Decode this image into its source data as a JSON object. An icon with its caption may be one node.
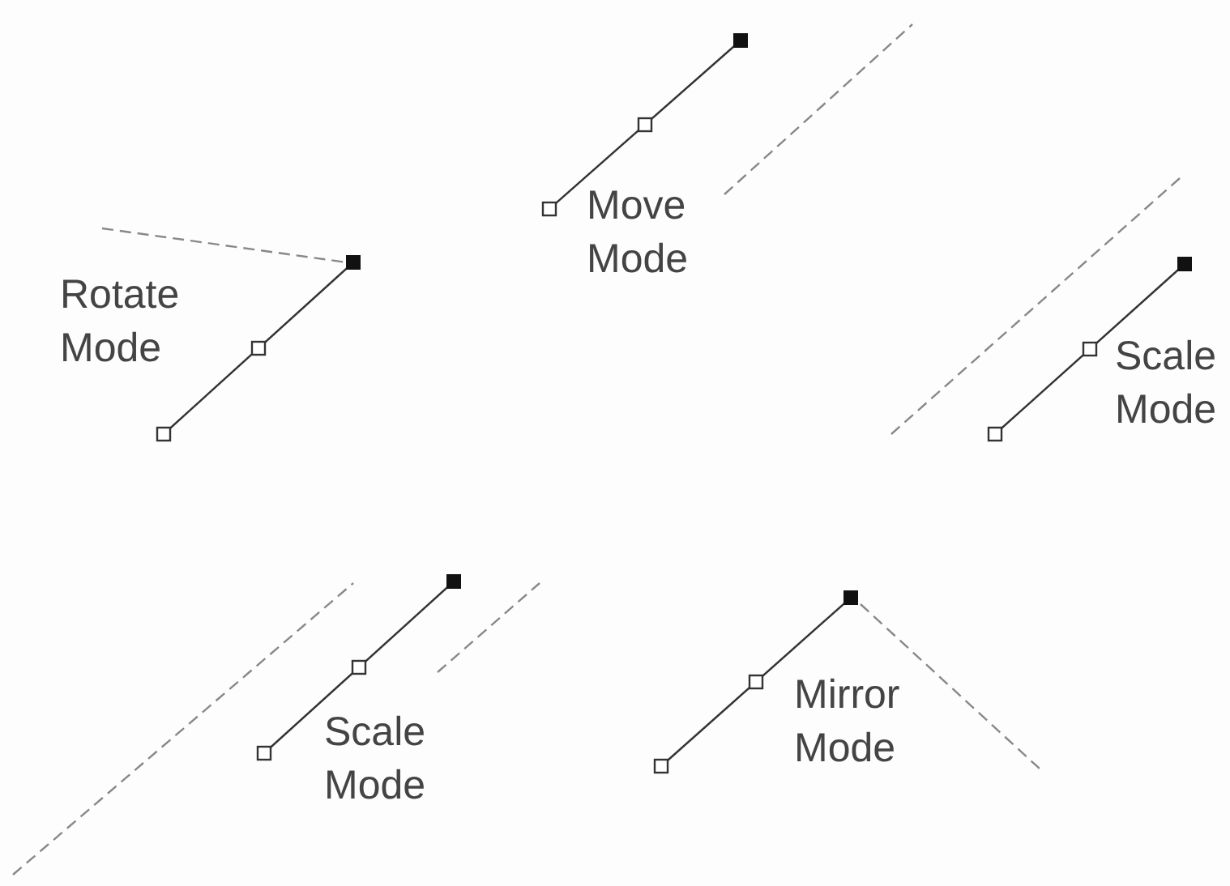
{
  "diagram": {
    "labels": [
      "Move Mode",
      "Rotate Mode",
      "Scale Mode",
      "Scale Mode",
      "Mirror Mode"
    ]
  }
}
